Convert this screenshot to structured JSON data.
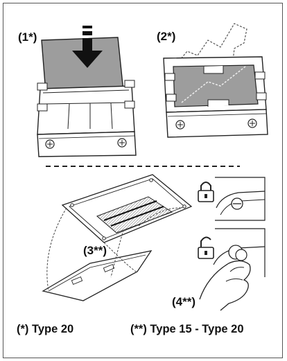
{
  "labels": {
    "step1": "(1*)",
    "step2": "(2*)",
    "step3": "(3**)",
    "step4": "(4**)"
  },
  "captions": {
    "single_star": "(*) Type 20",
    "double_star": "(**) Type 15 - Type 20"
  },
  "colors": {
    "filter_gray": "#9a9a9a",
    "line": "#1a1a1a",
    "background": "#ffffff"
  },
  "icons": {
    "arrow": "down-arrow-icon",
    "locked": "padlock-closed-icon",
    "unlocked": "padlock-open-icon"
  }
}
